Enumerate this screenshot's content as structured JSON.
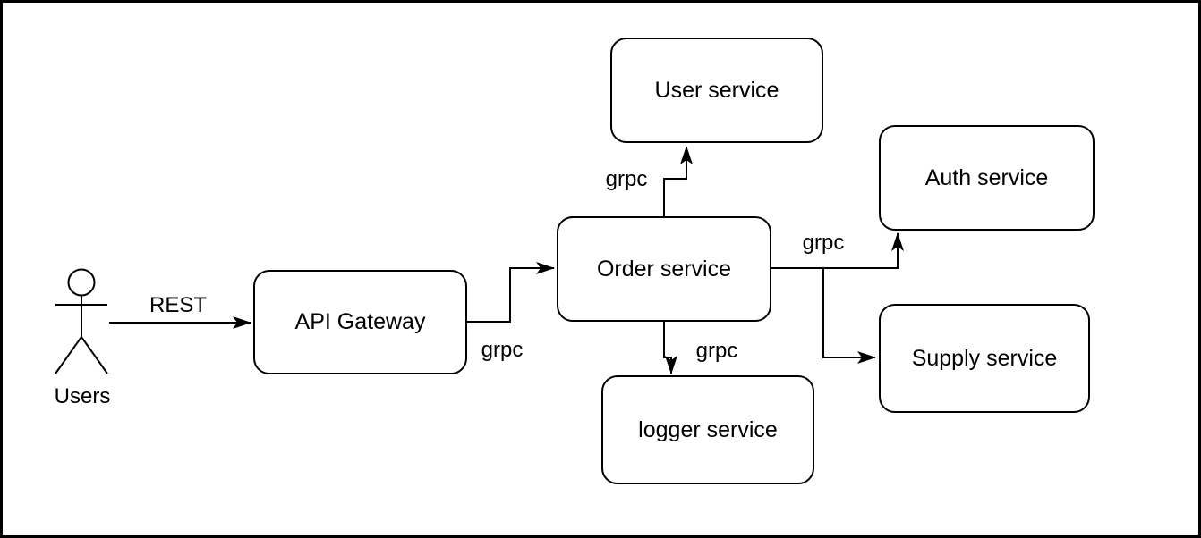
{
  "diagram": {
    "type": "microservices-architecture",
    "background": "#ffffff",
    "stroke_color": "#000000",
    "actor": {
      "label": "Users"
    },
    "nodes": [
      {
        "name": "user-service",
        "label": "User service"
      },
      {
        "name": "auth-service",
        "label": "Auth service"
      },
      {
        "name": "api-gateway",
        "label": "API Gateway"
      },
      {
        "name": "order-service",
        "label": "Order service"
      },
      {
        "name": "supply-service",
        "label": "Supply service"
      },
      {
        "name": "logger-service",
        "label": "logger service"
      }
    ],
    "edge_labels": [
      {
        "edge": "users-to-api-gateway",
        "protocol": "REST"
      },
      {
        "edge": "api-gateway-to-order-service",
        "protocol": "grpc"
      },
      {
        "edge": "order-service-to-user-service",
        "protocol": "grpc"
      },
      {
        "edge": "order-service-to-logger-service",
        "protocol": "grpc"
      },
      {
        "edge": "order-service-to-auth-service",
        "protocol": "grpc"
      }
    ]
  }
}
